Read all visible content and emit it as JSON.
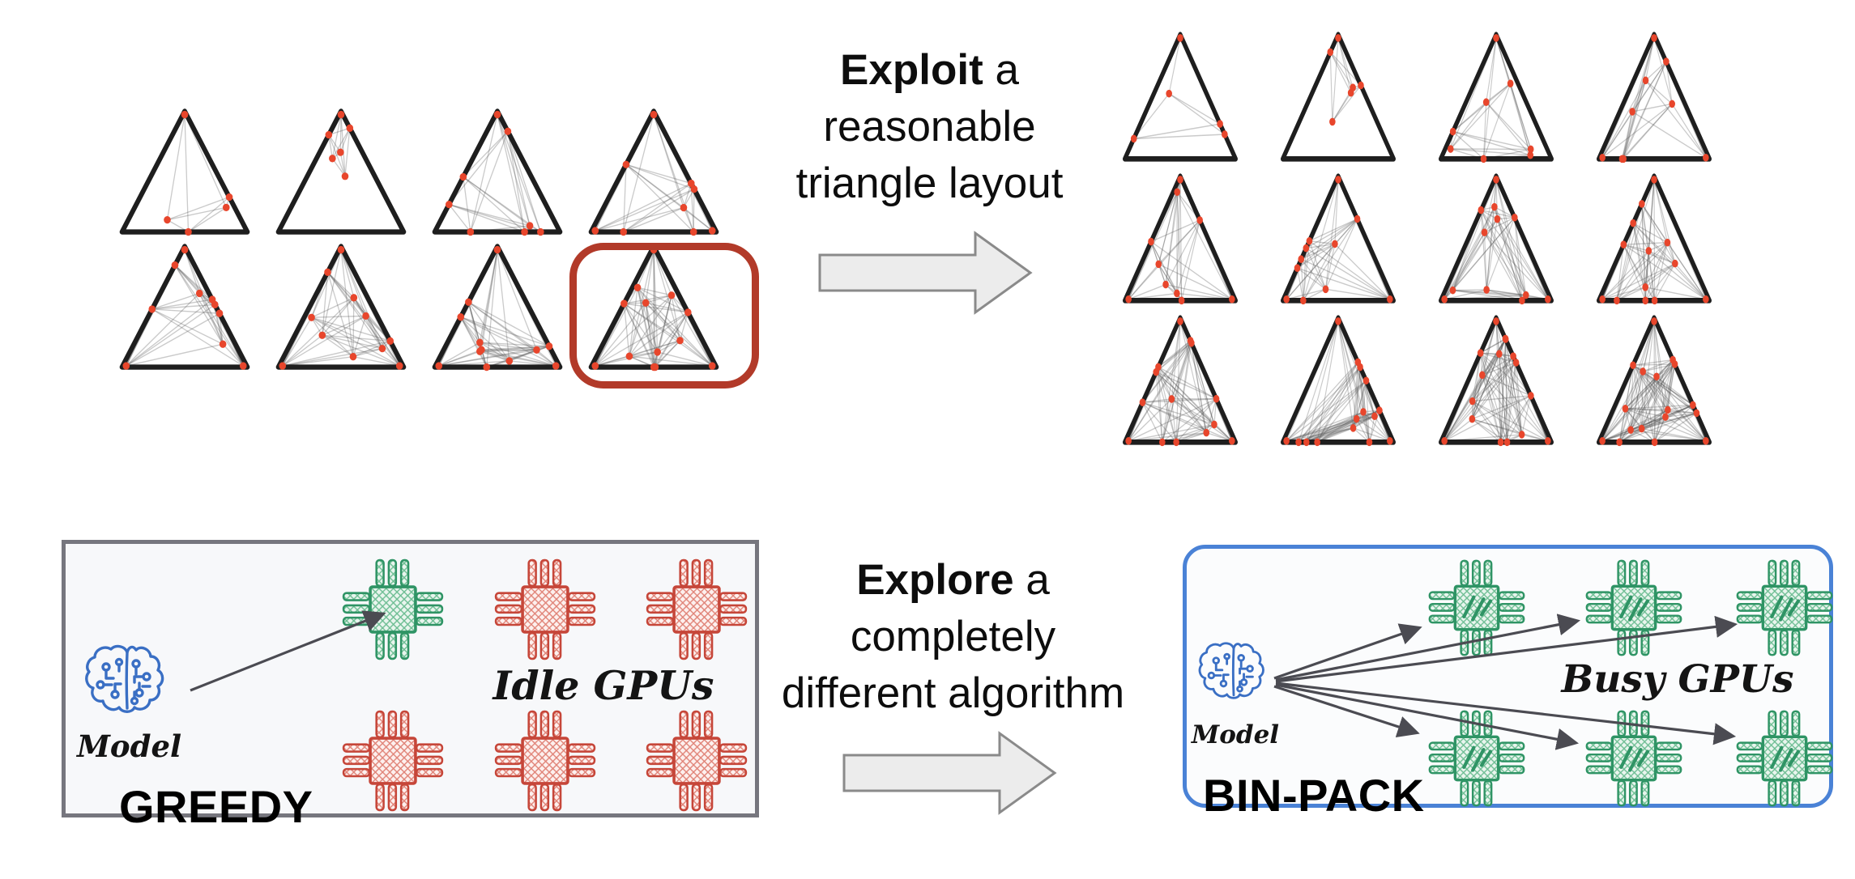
{
  "top": {
    "exploit": {
      "bold": "Exploit",
      "line1_rest": " a",
      "line2": "reasonable",
      "line3": "triangle layout"
    },
    "left_grid": {
      "node_counts": [
        [
          5,
          6,
          8,
          9
        ],
        [
          10,
          11,
          12,
          13
        ]
      ],
      "highlight_cell": [
        1,
        3
      ]
    },
    "right_grid": {
      "node_counts": [
        [
          5,
          6,
          8,
          9
        ],
        [
          10,
          11,
          12,
          13
        ],
        [
          14,
          15,
          16,
          17
        ]
      ]
    }
  },
  "bottom": {
    "explore": {
      "bold": "Explore",
      "line1_rest": " a",
      "line2": "completely",
      "line3": "different algorithm"
    },
    "greedy": {
      "title": "GREEDY",
      "model_label": "Model",
      "gpus_label": "Idle GPUs",
      "gpu_grid": [
        [
          "green",
          "red",
          "red"
        ],
        [
          "red",
          "red",
          "red"
        ]
      ]
    },
    "binpack": {
      "title": "BIN-PACK",
      "model_label": "Model",
      "gpus_label": "Busy GPUs",
      "gpu_grid": [
        [
          "green-busy",
          "green-busy",
          "green-busy"
        ],
        [
          "green-busy",
          "green-busy",
          "green-busy"
        ]
      ]
    }
  },
  "colors": {
    "triangle_outline": "#1e1e1e",
    "graph_edge": "rgba(80,80,80,0.30)",
    "graph_node": "#e8462c",
    "highlight_border": "#b23a29",
    "greedy_border": "#76767e",
    "greedy_bg": "#f7f8fa",
    "binpack_border": "#4a82d6",
    "binpack_bg": "#fbfcfd",
    "gpu_red_line": "#c64639",
    "gpu_red_fill": "#fdf0ee",
    "gpu_red_hatch": "#e08276",
    "gpu_green_line": "#2f9465",
    "gpu_green_fill": "#e9f5ee",
    "gpu_green_hatch": "#6cbd92",
    "brain_stroke": "#3a6fc4",
    "block_arrow_fill": "#ececec",
    "block_arrow_stroke": "#8a8a8a",
    "fan_arrow": "#4b4b52"
  }
}
